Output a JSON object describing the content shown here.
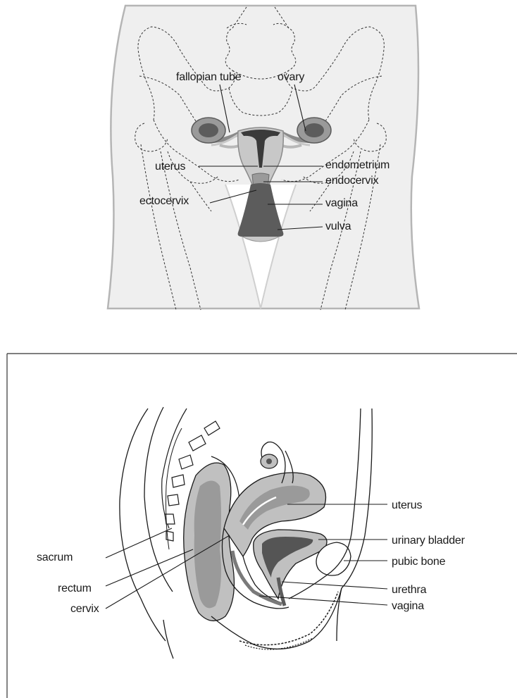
{
  "front_view": {
    "labels": {
      "fallopian_tube": "fallopian tube",
      "ovary": "ovary",
      "uterus": "uterus",
      "endometrium": "endometrium",
      "endocervix": "endocervix",
      "ectocervix": "ectocervix",
      "vagina": "vagina",
      "vulva": "vulva"
    }
  },
  "side_view": {
    "labels": {
      "uterus": "uterus",
      "urinary_bladder": "urinary bladder",
      "pubic_bone": "pubic bone",
      "urethra": "urethra",
      "vagina": "vagina",
      "sacrum": "sacrum",
      "rectum": "rectum",
      "cervix": "cervix"
    }
  },
  "colors": {
    "body_fill": "#efefef",
    "outline": "#b5b5b5",
    "organ_light": "#c8c8c8",
    "organ_mid": "#9a9a9a",
    "organ_dark": "#5c5c5c",
    "organ_darkest": "#3a3a3a"
  }
}
